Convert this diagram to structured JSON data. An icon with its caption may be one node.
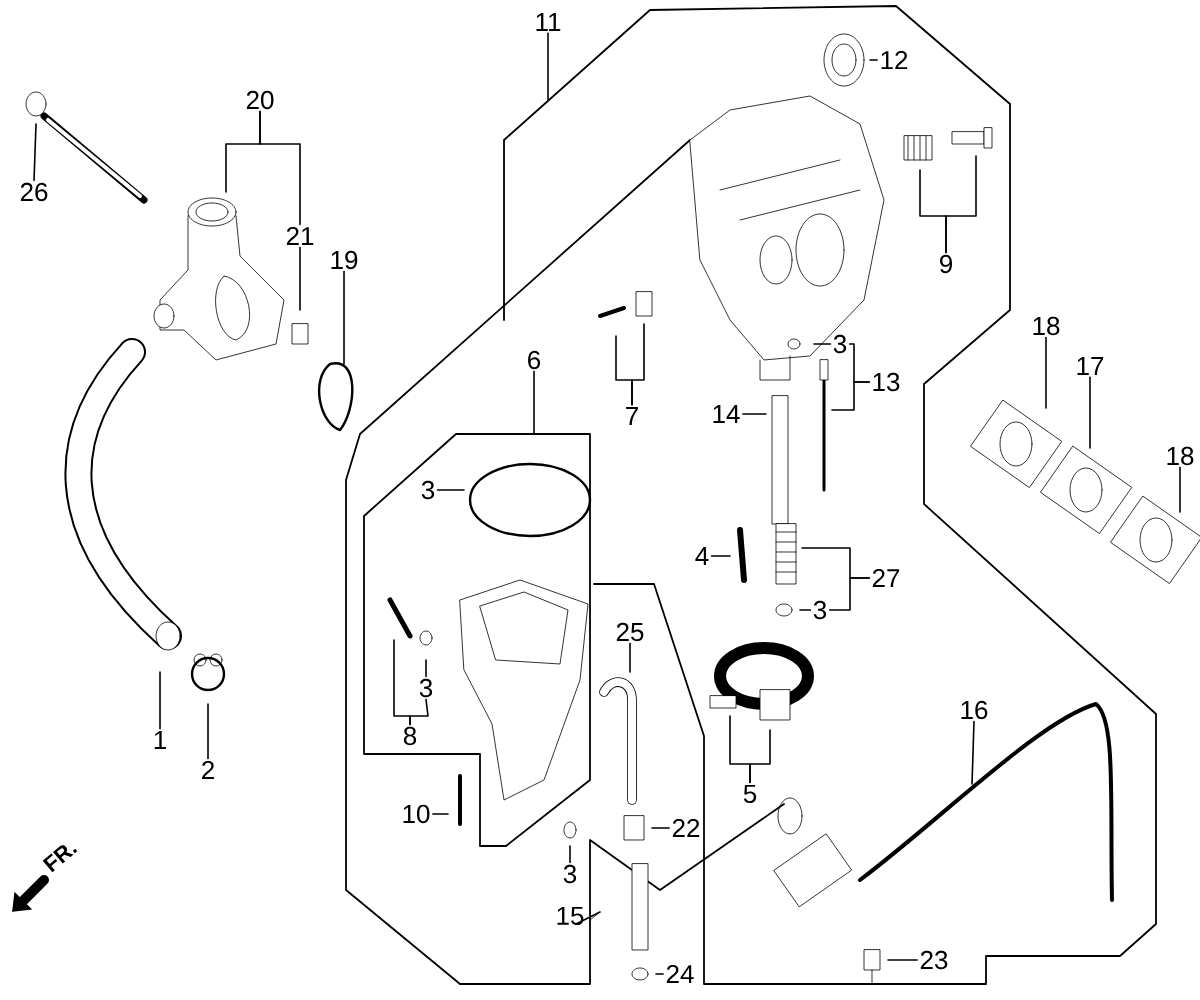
{
  "diagram": {
    "nodes": [
      {
        "text": [
          "26"
        ]
      },
      {
        "text": [
          "20"
        ]
      },
      {
        "text": [
          "21"
        ]
      },
      {
        "text": [
          "19"
        ]
      },
      {
        "text": [
          "11"
        ]
      },
      {
        "text": [
          "12"
        ]
      },
      {
        "text": [
          "9"
        ]
      },
      {
        "text": [
          "3"
        ]
      },
      {
        "text": [
          "7"
        ]
      },
      {
        "text": [
          "3"
        ]
      },
      {
        "text": [
          "13"
        ]
      },
      {
        "text": [
          "14"
        ]
      },
      {
        "text": [
          "18"
        ]
      },
      {
        "text": [
          "17"
        ]
      },
      {
        "text": [
          "18"
        ]
      },
      {
        "text": [
          "4"
        ]
      },
      {
        "text": [
          "27"
        ]
      },
      {
        "text": [
          "3"
        ]
      },
      {
        "text": [
          "25"
        ]
      },
      {
        "text": [
          "3"
        ]
      },
      {
        "text": [
          "8"
        ]
      },
      {
        "text": [
          "5"
        ]
      },
      {
        "text": [
          "16"
        ]
      },
      {
        "text": [
          "10"
        ]
      },
      {
        "text": [
          "22"
        ]
      },
      {
        "text": [
          "3"
        ]
      },
      {
        "text": [
          "23"
        ]
      },
      {
        "text": [
          "24"
        ]
      },
      {
        "text": [
          "1"
        ]
      },
      {
        "text": [
          "2"
        ]
      },
      {
        "text": [
          "6"
        ]
      }
    ],
    "edges": [
      {
        "from": 0,
        "to": null,
        "arrow": "none"
      },
      {
        "from": 1,
        "to": null,
        "arrow": "none"
      },
      {
        "from": 1,
        "to": 2,
        "arrow": "none"
      },
      {
        "from": 2,
        "to": null,
        "arrow": "none"
      },
      {
        "from": 3,
        "to": null,
        "arrow": "none"
      },
      {
        "from": 4,
        "to": null,
        "arrow": "none"
      },
      {
        "from": 5,
        "to": null,
        "arrow": "none"
      },
      {
        "from": 6,
        "to": null,
        "arrow": "none"
      },
      {
        "from": 6,
        "to": null,
        "arrow": "none"
      },
      {
        "from": 7,
        "to": null,
        "arrow": "none"
      },
      {
        "from": 8,
        "to": null,
        "arrow": "none"
      },
      {
        "from": 8,
        "to": null,
        "arrow": "none"
      },
      {
        "from": 9,
        "to": null,
        "arrow": "none"
      },
      {
        "from": 10,
        "to": 9,
        "arrow": "none"
      },
      {
        "from": 10,
        "to": null,
        "arrow": "none"
      },
      {
        "from": 11,
        "to": null,
        "arrow": "none"
      },
      {
        "from": 12,
        "to": null,
        "arrow": "none"
      },
      {
        "from": 13,
        "to": null,
        "arrow": "none"
      },
      {
        "from": 14,
        "to": null,
        "arrow": "none"
      },
      {
        "from": 15,
        "to": null,
        "arrow": "none"
      },
      {
        "from": 16,
        "to": null,
        "arrow": "none"
      },
      {
        "from": 16,
        "to": 17,
        "arrow": "none"
      },
      {
        "from": 17,
        "to": null,
        "arrow": "none"
      },
      {
        "from": 18,
        "to": null,
        "arrow": "none"
      },
      {
        "from": 19,
        "to": null,
        "arrow": "none"
      },
      {
        "from": 20,
        "to": null,
        "arrow": "none"
      },
      {
        "from": 20,
        "to": 19,
        "arrow": "none"
      },
      {
        "from": 21,
        "to": null,
        "arrow": "none"
      },
      {
        "from": 21,
        "to": null,
        "arrow": "none"
      },
      {
        "from": 22,
        "to": null,
        "arrow": "none"
      },
      {
        "from": 23,
        "to": null,
        "arrow": "none"
      },
      {
        "from": 24,
        "to": null,
        "arrow": "none"
      },
      {
        "from": 25,
        "to": null,
        "arrow": "none"
      },
      {
        "from": 26,
        "to": null,
        "arrow": "none"
      },
      {
        "from": 27,
        "to": null,
        "arrow": "none"
      },
      {
        "from": 28,
        "to": null,
        "arrow": "none"
      },
      {
        "from": 29,
        "to": null,
        "arrow": "none"
      },
      {
        "from": 30,
        "to": null,
        "arrow": "none"
      }
    ],
    "labels": [
      "15",
      "FR."
    ]
  }
}
